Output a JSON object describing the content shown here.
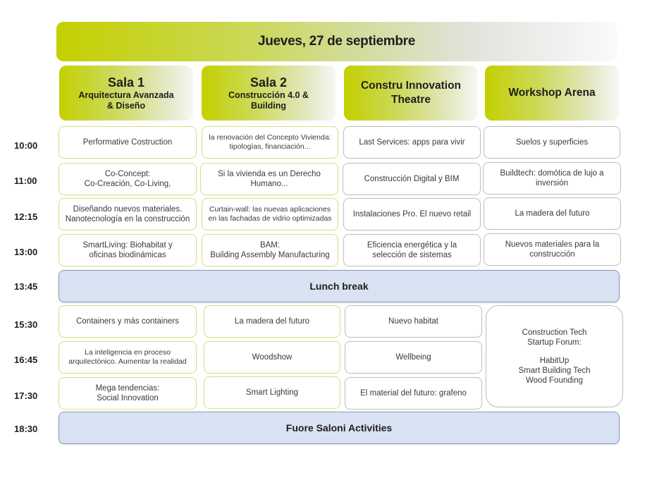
{
  "header": {
    "day": "Jueves, 27 de septiembre"
  },
  "rooms": [
    {
      "name": "Sala 1",
      "subtitle_line1": "Arquitectura Avanzada",
      "subtitle_line2": "& Diseño"
    },
    {
      "name": "Sala 2",
      "subtitle_line1": "Construcción 4.0 &",
      "subtitle_line2": "Building"
    },
    {
      "name_line1": "Constru Innovation",
      "name_line2": "Theatre"
    },
    {
      "name_line1": "Workshop Arena"
    }
  ],
  "times": [
    "10:00",
    "11:00",
    "12:15",
    "13:00",
    "13:45",
    "15:30",
    "16:45",
    "17:30",
    "18:30"
  ],
  "morning": [
    {
      "time": "10:00",
      "sessions": [
        {
          "l1": "Performative Costruction"
        },
        {
          "l1": "la renovación del Concepto Vivienda:",
          "l2": "tipologías, financiación..."
        },
        {
          "l1": "Last Services: apps para vivir"
        },
        {
          "l1": "Suelos y superficies"
        }
      ]
    },
    {
      "time": "11:00",
      "sessions": [
        {
          "l1": "Co-Concept:",
          "l2": "Co-Creación, Co-Living,"
        },
        {
          "l1": "Si la vivienda es un Derecho",
          "l2": "Humano..."
        },
        {
          "l1": "Construcción Digital y BIM"
        },
        {
          "l1": "Buildtech: domótica de lujo a",
          "l2": "inversión"
        }
      ]
    },
    {
      "time": "12:15",
      "sessions": [
        {
          "l1": "Diseñando nuevos materiales.",
          "l2": "Nanotecnología en la construcción"
        },
        {
          "l1": "Curtain-wall: las nuevas aplicaciones",
          "l2": "en las fachadas de vidrio optimizadas"
        },
        {
          "l1": "Instalaciones Pro. El nuevo retail"
        },
        {
          "l1": "La madera del futuro"
        }
      ]
    },
    {
      "time": "13:00",
      "sessions": [
        {
          "l1": "SmartLiving: Biohabitat y",
          "l2": "oficinas biodinámicas"
        },
        {
          "l1": "BAM:",
          "l2": "Building Assembly Manufacturing"
        },
        {
          "l1": "Eficiencia energética y la",
          "l2": "selección de sistemas"
        },
        {
          "l1": "Nuevos materiales para la",
          "l2": "construcción"
        }
      ]
    }
  ],
  "lunch": {
    "time": "13:45",
    "label": "Lunch break"
  },
  "afternoon": [
    {
      "time": "15:30",
      "sessions": [
        {
          "l1": "Containers y más containers"
        },
        {
          "l1": "La madera del futuro"
        },
        {
          "l1": "Nuevo habitat"
        }
      ]
    },
    {
      "time": "16:45",
      "sessions": [
        {
          "l1": "La inteligencia en proceso",
          "l2": "arquitectónico. Aumentar la realidad"
        },
        {
          "l1": "Woodshow"
        },
        {
          "l1": "Wellbeing"
        }
      ]
    },
    {
      "time": "17:30",
      "sessions": [
        {
          "l1": "Mega tendencias:",
          "l2": "Social Innovation"
        },
        {
          "l1": "Smart Lighting"
        },
        {
          "l1": "El material del futuro: grafeno"
        }
      ]
    }
  ],
  "forum": {
    "title_l1": "Construction Tech",
    "title_l2": "Startup Forum:",
    "items": [
      "HabitUp",
      "Smart Building Tech",
      "Wood Founding"
    ]
  },
  "evening": {
    "time": "18:30",
    "label": "Fuore Saloni Activities"
  },
  "colors": {
    "accent_green": "#c3d000",
    "green_border": "#d6e07a",
    "grey_border": "#bdbdbd",
    "break_fill": "#d9e2f3",
    "break_border": "#8a9bb5"
  }
}
